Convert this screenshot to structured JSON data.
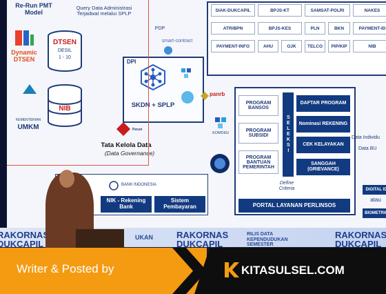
{
  "left_panel": {
    "title": "Re-Run PMT Model",
    "dynamic": "Dynamic DTSEN",
    "dtsen": "DTSEN",
    "desil": "DESIL",
    "desil_range": "1 - 10",
    "nib": "NIB",
    "kementerian": "KEMENTERIAN",
    "umkm": "UMKM",
    "query": "Query Data Administrasi Terjadwal melalui SPLP"
  },
  "dpi": {
    "label": "DPI",
    "core": "SKDN + SPLP",
    "pdp": "PDP",
    "smart_contract": "smart-contract",
    "peruri": "Peruri",
    "governance": "Tata Kelola Data",
    "governance_sub": "(Data Governance)",
    "komdigi": "KOMDIGI",
    "panrb": "panrb"
  },
  "agencies": [
    "SIAK-DUKCAPIL",
    "BPJS-KT",
    "SAMSAT-POLRI",
    "NAKES",
    "ATR/BPN",
    "BPJS-KES",
    "PLN",
    "BKN",
    "PAYMENT-ID",
    "PAYMENT-INFO",
    "AHU",
    "OJK",
    "TELCO",
    "PIP/KIP",
    "NIB"
  ],
  "seleksi": {
    "label": "SELEKSI",
    "programs": [
      "PROGRAM BANSOS",
      "PROGRAM SUBSIDI",
      "PROGRAM BANTUAN PEMERINTAH"
    ],
    "steps": [
      "DAFTAR PROGRAM",
      "Nominasi REKENING",
      "CEK KELAYAKAN",
      "SANGGAH (GRIEVANCE)"
    ],
    "define": "Define Criteria",
    "portal": "PORTAL LAYANAN PERLINSOS"
  },
  "right_side": {
    "data_individu": "Data Individu",
    "data_bu": "Data BU",
    "atau": "atau",
    "digital_id": "DIGITAL ID",
    "biometric": "BIOMETRIC"
  },
  "bottom_row": {
    "bi": "BANK INDONESIA",
    "nik_rek": "NIK - Rekening Bank",
    "sistem": "Sistem Pembayaran"
  },
  "banner": {
    "left": "RAKORNAS DUKCAPIL",
    "center": "RAKORNAS DUKCAPIL",
    "right": "RAKORNAS DUKCAPIL",
    "tagline": "RILIS DATA KEPENDUDUKAN SEMESTER",
    "tagline_left": "UKAN"
  },
  "overlay": {
    "writer": "Writer & Posted by",
    "site": "KITASULSEL.COM"
  },
  "colors": {
    "navy": "#1f3a78",
    "orange": "#f49b12",
    "dark_btn": "#123a80"
  }
}
